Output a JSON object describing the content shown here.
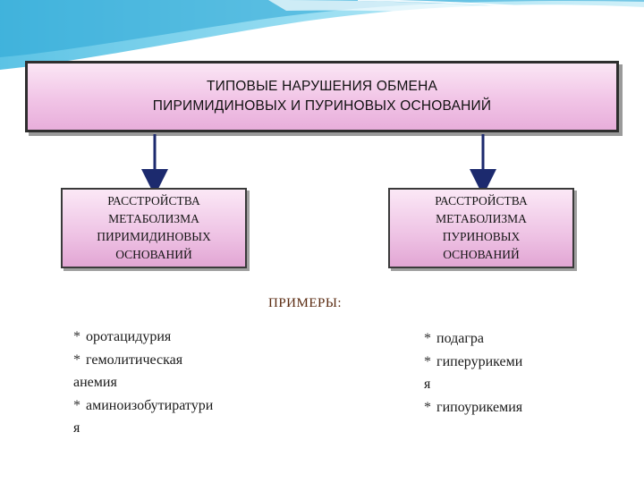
{
  "title": {
    "line1": "ТИПОВЫЕ НАРУШЕНИЯ ОБМЕНА",
    "line2": "ПИРИМИДИНОВЫХ И ПУРИНОВЫХ ОСНОВАНИЙ"
  },
  "left_box": {
    "lines": [
      "РАССТРОЙСТВА",
      "МЕТАБОЛИЗМА",
      "ПИРИМИДИНОВЫХ",
      "ОСНОВАНИЙ"
    ]
  },
  "right_box": {
    "lines": [
      "РАССТРОЙСТВА",
      "МЕТАБОЛИЗМА",
      "ПУРИНОВЫХ",
      "ОСНОВАНИЙ"
    ]
  },
  "examples_label": "ПРИМЕРЫ:",
  "left_list": {
    "bullet": "*",
    "items": [
      {
        "lines": [
          "оротацидурия"
        ]
      },
      {
        "lines": [
          "гемолитическая",
          "анемия"
        ]
      },
      {
        "lines": [
          "аминоизобутиратури",
          "я"
        ]
      }
    ]
  },
  "right_list": {
    "bullet": "*",
    "items": [
      {
        "lines": [
          "подагра"
        ]
      },
      {
        "lines": [
          "гиперурикеми",
          "я"
        ]
      },
      {
        "lines": [
          "гипоурикемия"
        ]
      }
    ]
  },
  "colors": {
    "box_fill": "#f1c4e6",
    "arrow": "#1c2a6e",
    "wave": "#7fd3ec"
  }
}
